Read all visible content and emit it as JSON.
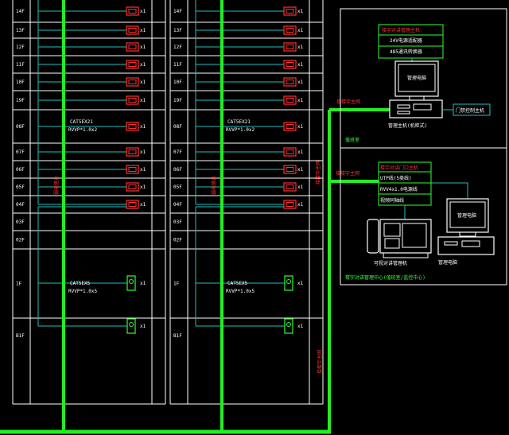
{
  "colors": {
    "background": "#000000",
    "frame": "#ffffff",
    "trunk": "#22ee22",
    "branch": "#20c0c0",
    "device": "#ff3030",
    "device_green": "#30ff30"
  },
  "floors_a": [
    "14F",
    "13F",
    "12F",
    "11F",
    "10F",
    "19F",
    "08F",
    "07F",
    "06F",
    "05F",
    "04F",
    "03F",
    "02F",
    "1F",
    "B1F"
  ],
  "floors_b": [
    "14F",
    "13F",
    "12F",
    "11F",
    "10F",
    "19F",
    "08F",
    "07F",
    "06F",
    "05F",
    "04F",
    "03F",
    "02F",
    "1F",
    "B1F"
  ],
  "cable_upper": {
    "line1": "CAT5EX21",
    "line2": "RVVP*1.0x2"
  },
  "cable_lower": {
    "line1": "CAT5EX5",
    "line2": "RVVP*1.0x5"
  },
  "device_count_label": "x1",
  "riser_label_a": "弱电竖井",
  "riser_label_b": "弱电竖井",
  "link_label_top": "接楼宇主网",
  "link_label_mid": "接楼宇主网",
  "link_label_bottom": "接楼宇主网",
  "center_box": {
    "top_title": "楼宇对讲管理主机",
    "top_item1": "24V电源适配器",
    "top_item2": "485通讯转换器",
    "pc_label": "管理电脑",
    "host_label": "管理主机(机柜式)",
    "side_box": "门禁控制主机",
    "room_label": "值班室",
    "bottom_title": "楼宇对讲门口主机",
    "bottom_item1": "UTP线(5类线)",
    "bottom_item2": "RVV4x1.0电源线",
    "bottom_item3": "视频同轴线",
    "pc2_label": "管理电脑",
    "phone_label": "可视对讲管理机",
    "pc2_caption": "管理电脑",
    "footer": "楼宇对讲管理中心(值班室/监控中心)"
  }
}
